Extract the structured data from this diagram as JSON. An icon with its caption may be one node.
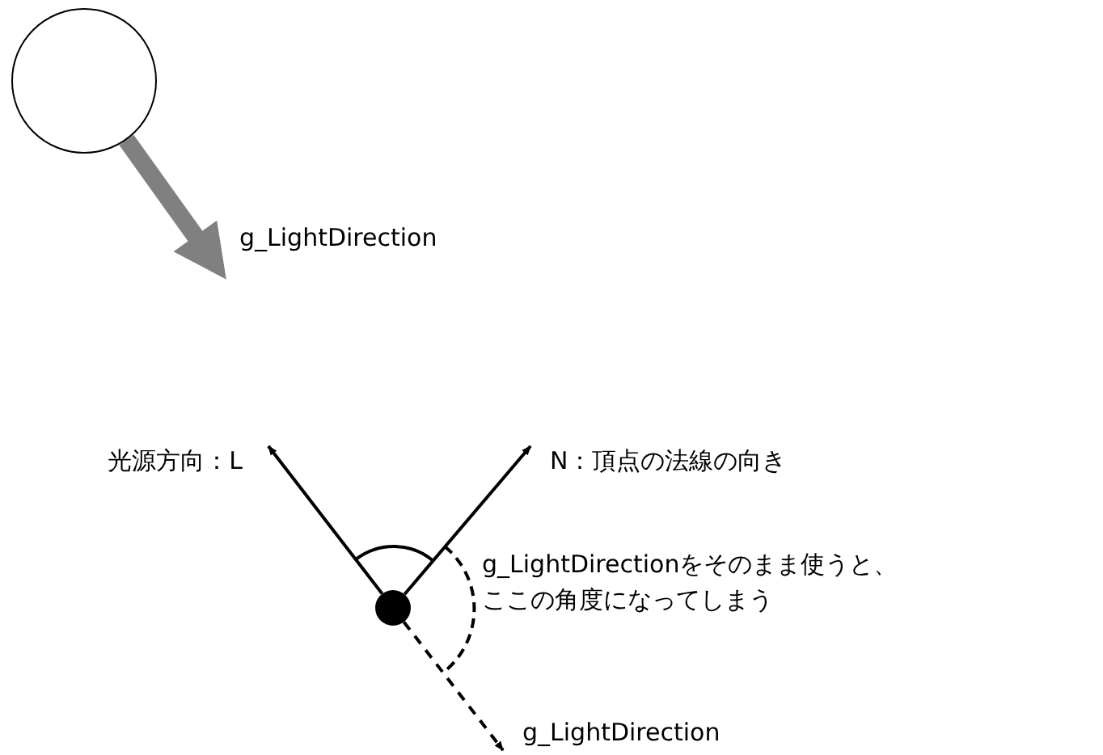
{
  "diagram": {
    "nodes": [
      {
        "text": [],
        "shape": "circle"
      },
      {
        "text": [],
        "shape": "circle"
      },
      {
        "text": [
          "光源方向：L"
        ]
      },
      {
        "text": [
          "N：頂点の法線の向き"
        ]
      },
      {
        "text": [
          "g_LightDirection"
        ]
      }
    ],
    "edges": [
      {
        "from": 0,
        "to": null,
        "arrow": "to",
        "style": "thick",
        "color": "#808080"
      },
      {
        "from": 1,
        "to": 2,
        "arrow": "to"
      },
      {
        "from": 1,
        "to": 3,
        "arrow": "to"
      },
      {
        "from": 1,
        "to": 4,
        "arrow": "to",
        "style": "dashed"
      }
    ],
    "labels": [
      "g_LightDirection",
      "g_LightDirectionをそのまま使うと、ここの角度になってしまう"
    ]
  }
}
